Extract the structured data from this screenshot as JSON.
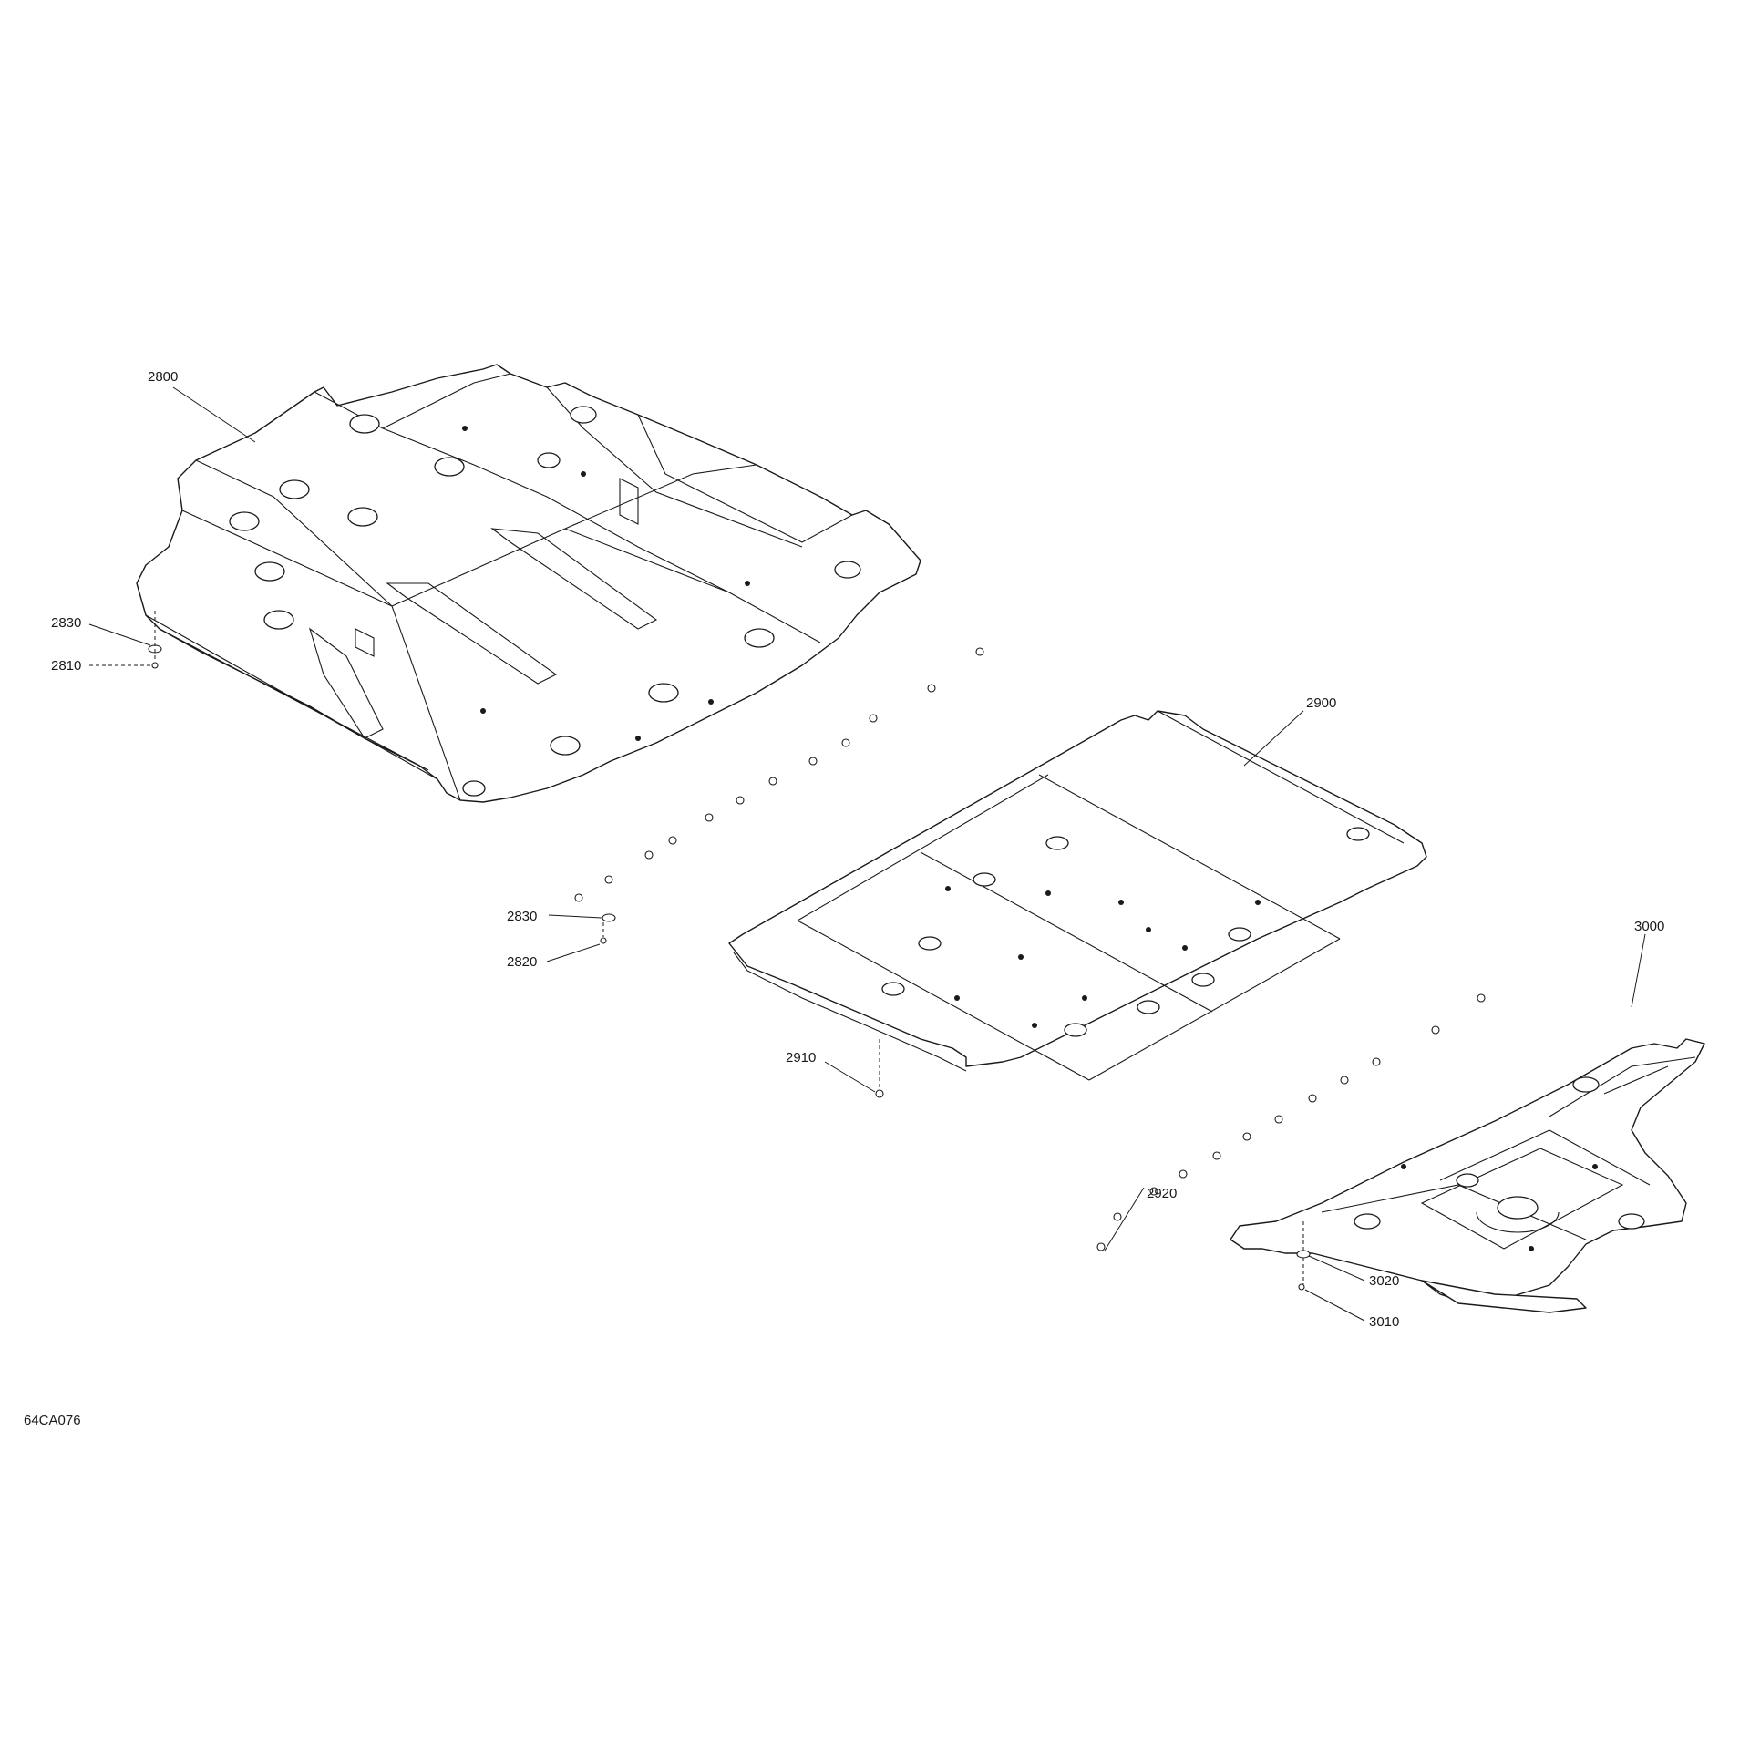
{
  "drawing_code": "64CA076",
  "callouts": {
    "c2800": "2800",
    "c2830a": "2830",
    "c2810": "2810",
    "c2830b": "2830",
    "c2820": "2820",
    "c2900": "2900",
    "c2910": "2910",
    "c2920": "2920",
    "c3000": "3000",
    "c3020": "3020",
    "c3010": "3010"
  }
}
